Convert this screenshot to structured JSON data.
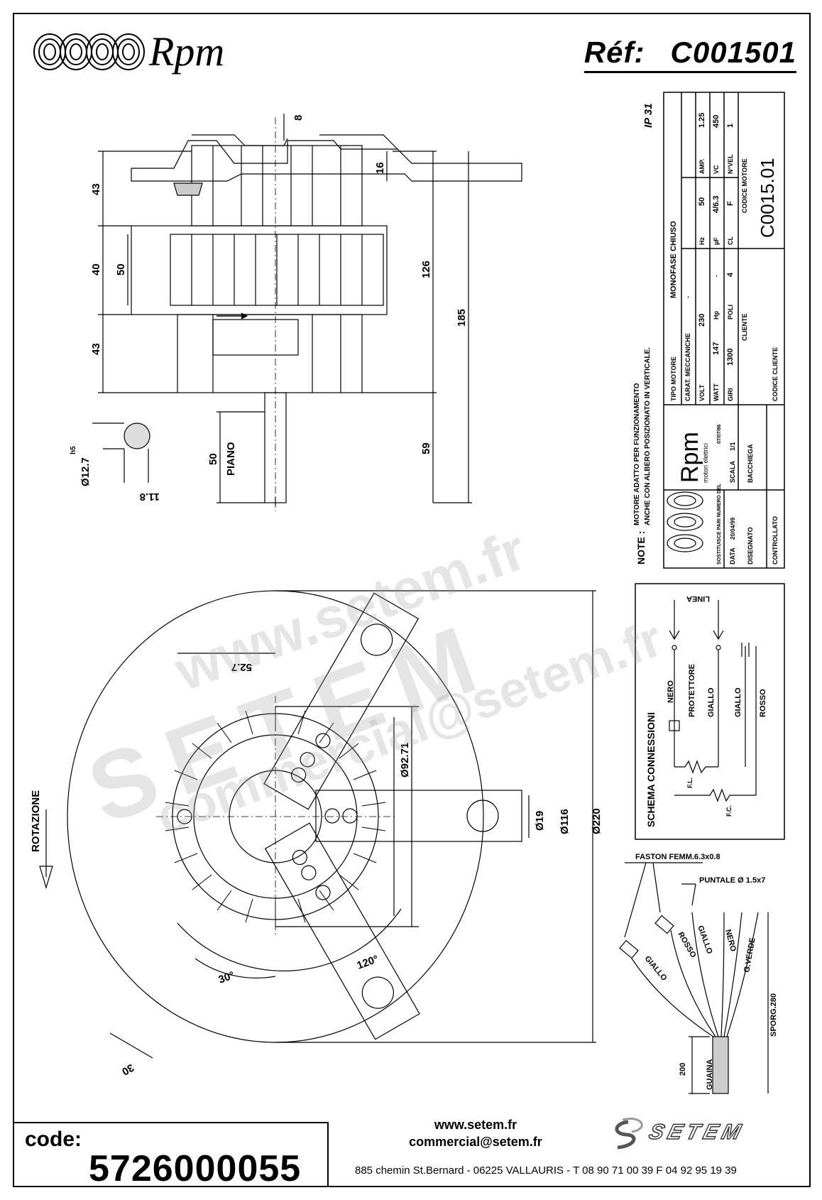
{
  "header": {
    "brand": "Rpm",
    "ref_label": "Réf:",
    "ref_value": "C001501"
  },
  "side_view": {
    "dims": [
      "43",
      "40",
      "50",
      "43",
      "126",
      "185",
      "16",
      "8",
      "59",
      "50"
    ],
    "piano_label": "PIANO",
    "shaft_dia": "Ø12.7",
    "shaft_tol": "h5",
    "shaft_flat": "11.8"
  },
  "front_view": {
    "rotation_label": "ROTAZIONE",
    "dims": [
      "52.7",
      "Ø92.71",
      "Ø116",
      "Ø220",
      "Ø19",
      "120°",
      "30°",
      "30"
    ]
  },
  "title_block": {
    "ip": "IP 31",
    "note_label": "NOTE :",
    "note_text_1": "MOTORE ADATTO PER FUNZIONAMENTO",
    "note_text_2": "ANCHE CON ALBERO POSIZIONATO IN VERTICALE.",
    "tipo_label": "TIPO MOTORE",
    "tipo_value": "MONOFASE CHIUSO",
    "carat_label": "CARAT. MECCANICHE",
    "carat_value": "-",
    "volt_label": "VOLT",
    "volt_value": "230",
    "hz_label": "Hz",
    "hz_value": "50",
    "amp_label": "AMP.",
    "amp_value": "1.25",
    "watt_label": "WATT",
    "watt_value": "147",
    "hp_label": "Hp",
    "hp_value": "-",
    "uf_label": "µF",
    "uf_value": "4/6.3",
    "vc_label": "VC",
    "vc_value": "450",
    "giri_label": "GIRI",
    "giri_value": "1300",
    "poli_label": "POLI",
    "poli_value": "4",
    "cl_label": "CL",
    "cl_value": "F",
    "nvel_label": "N°VEL",
    "nvel_value": "1",
    "cliente_label": "CLIENTE",
    "codice_motore_label": "CODICE MOTORE",
    "codice_motore_value": "C0015.01",
    "brand": "Rpm",
    "brand_sub": "motori elettrici",
    "sostituisce_label": "SOSTITUISCE PARI NUMERO DEL",
    "sostituisce_value": "07/07/86",
    "data_label": "DATA",
    "data_value": "20/04/99",
    "scala_label": "SCALA",
    "scala_value": "1/1",
    "disegnato_label": "DISEGNATO",
    "disegnato_value": "BACCHIEGA",
    "controllato_label": "CONTROLLATO",
    "codice_cliente_label": "CODICE CLIENTE"
  },
  "schema": {
    "title": "SCHEMA CONNESSIONI",
    "linea": "LINEA",
    "nero": "NERO",
    "protettore": "PROTETTORE",
    "giallo1": "GIALLO",
    "giallo2": "GIALLO",
    "rosso": "ROSSO",
    "fl": "F.L.",
    "fc": "F.C."
  },
  "wires": {
    "faston": "FASTON FEMM.6.3x0.8",
    "puntale": "PUNTALE Ø 1.5x7",
    "giallo": "GIALLO",
    "rosso": "ROSSO",
    "giallo2": "GIALLO",
    "nero": "NERO",
    "gverde": "G.VERDE",
    "sporg": "SPORG.280",
    "guaina": "GUAINA",
    "dim200": "200"
  },
  "watermark": {
    "line1": "www.setem.fr",
    "line2": "SETEM",
    "line3": "commercial@setem.fr"
  },
  "footer": {
    "code_label": "code:",
    "code_value": "5726000055",
    "site": "www.setem.fr",
    "email": "commercial@setem.fr",
    "address": "885 chemin St.Bernard  -  06225 VALLAURIS  -  T 08 90 71 00 39   F 04 92 95 19 39",
    "setem_logo_text": "SETEM"
  }
}
